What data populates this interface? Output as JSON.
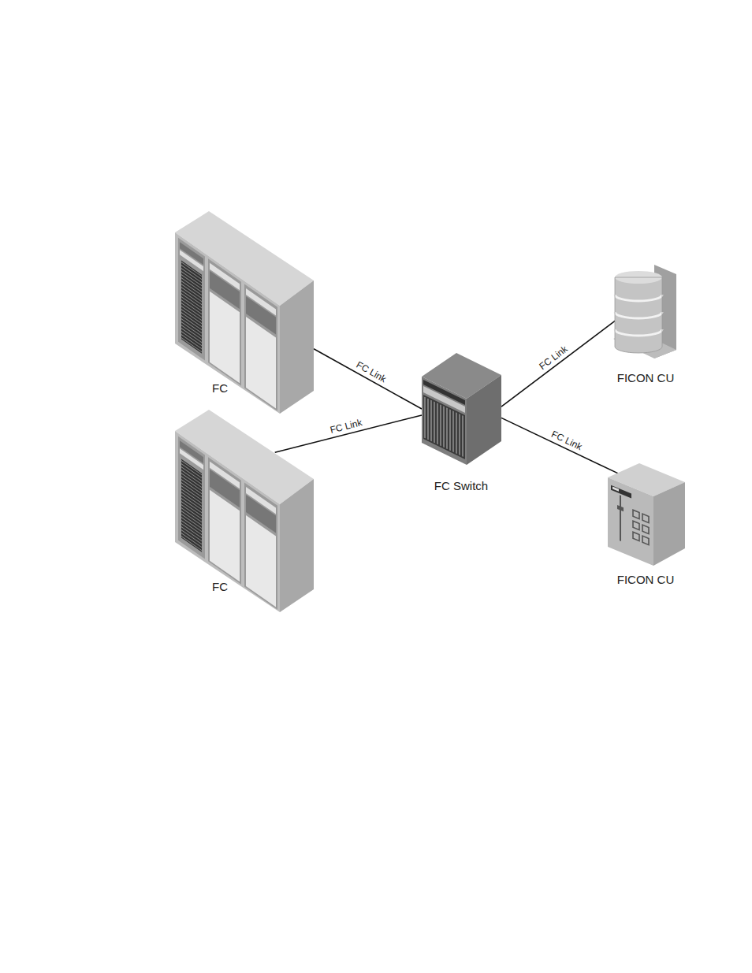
{
  "diagram": {
    "nodes": [
      {
        "text": [
          "FC"
        ]
      },
      {
        "text": [
          "FC"
        ]
      },
      {
        "text": [
          "FC Switch"
        ]
      },
      {
        "text": [
          "FICON CU"
        ]
      },
      {
        "text": [
          "FICON CU"
        ]
      }
    ],
    "edges": [
      {
        "from": 0,
        "to": 2,
        "arrow": "none",
        "label": "FC Link"
      },
      {
        "from": 1,
        "to": 2,
        "arrow": "none",
        "label": "FC Link"
      },
      {
        "from": 2,
        "to": 3,
        "arrow": "none",
        "label": "FC Link"
      },
      {
        "from": 2,
        "to": 4,
        "arrow": "none",
        "label": "FC Link"
      }
    ]
  }
}
